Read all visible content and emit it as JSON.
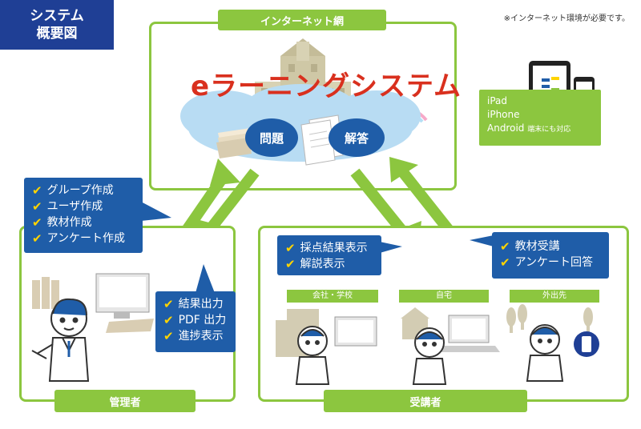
{
  "corner": {
    "line1": "システム",
    "line2": "概要図"
  },
  "note": "※インターネット環境が必要です。",
  "internet": {
    "label": "インターネット網",
    "title": "eラーニングシステム",
    "questions": "問題",
    "answers": "解答"
  },
  "devices": {
    "line1": "iPad",
    "line2": "iPhone",
    "line3_main": "Android",
    "line3_sub": "端末にも対応"
  },
  "admin": {
    "label": "管理者",
    "tasks_top": [
      "グループ作成",
      "ユーザ作成",
      "教材作成",
      "アンケート作成"
    ],
    "tasks_bottom": [
      "結果出力",
      "PDF 出力",
      "進捗表示"
    ]
  },
  "learner": {
    "label": "受講者",
    "feedback": [
      "採点結果表示",
      "解説表示"
    ],
    "actions": [
      "教材受講",
      "アンケート回答"
    ],
    "locations": [
      "会社・学校",
      "自宅",
      "外出先"
    ]
  },
  "colors": {
    "green": "#8cc63f",
    "blue": "#1f5da8",
    "navy": "#1f3f95",
    "red": "#d9301e",
    "check": "#ffd400"
  }
}
